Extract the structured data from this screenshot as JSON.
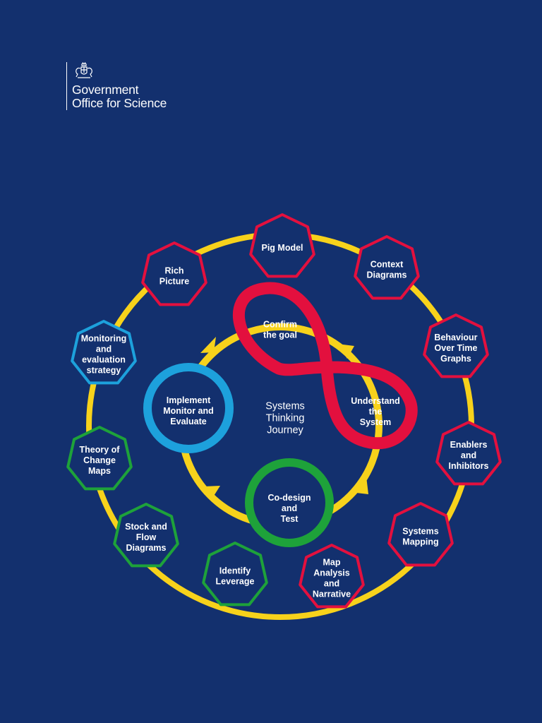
{
  "organisation": {
    "line1": "Government",
    "line2": "Office for Science",
    "crest_icon": "royal-coat-of-arms-icon"
  },
  "colors": {
    "background": "#13306e",
    "ring": "#f7d21b",
    "red": "#e3103e",
    "blue": "#1da1dc",
    "green": "#1ea23a"
  },
  "diagram": {
    "center": [
      "Systems",
      "Thinking",
      "Journey"
    ],
    "stages": [
      {
        "lines": [
          "Confirm",
          "the goal"
        ],
        "color": "red"
      },
      {
        "lines": [
          "Understand",
          "the",
          "System"
        ],
        "color": "red"
      },
      {
        "lines": [
          "Co-design",
          "and",
          "Test"
        ],
        "color": "green"
      },
      {
        "lines": [
          "Implement",
          "Monitor and",
          "Evaluate"
        ],
        "color": "blue"
      }
    ],
    "tools": [
      {
        "lines": [
          "Pig Model"
        ],
        "color": "red"
      },
      {
        "lines": [
          "Context",
          "Diagrams"
        ],
        "color": "red"
      },
      {
        "lines": [
          "Behaviour",
          "Over Time",
          "Graphs"
        ],
        "color": "red"
      },
      {
        "lines": [
          "Enablers",
          "and",
          "Inhibitors"
        ],
        "color": "red"
      },
      {
        "lines": [
          "Systems",
          "Mapping"
        ],
        "color": "red"
      },
      {
        "lines": [
          "Map",
          "Analysis",
          "and",
          "Narrative"
        ],
        "color": "red"
      },
      {
        "lines": [
          "Identify",
          "Leverage"
        ],
        "color": "green"
      },
      {
        "lines": [
          "Stock and",
          "Flow",
          "Diagrams"
        ],
        "color": "green"
      },
      {
        "lines": [
          "Theory of",
          "Change",
          "Maps"
        ],
        "color": "green"
      },
      {
        "lines": [
          "Monitoring",
          "and",
          "evaluation",
          "strategy"
        ],
        "color": "blue"
      },
      {
        "lines": [
          "Rich",
          "Picture"
        ],
        "color": "red"
      }
    ]
  }
}
